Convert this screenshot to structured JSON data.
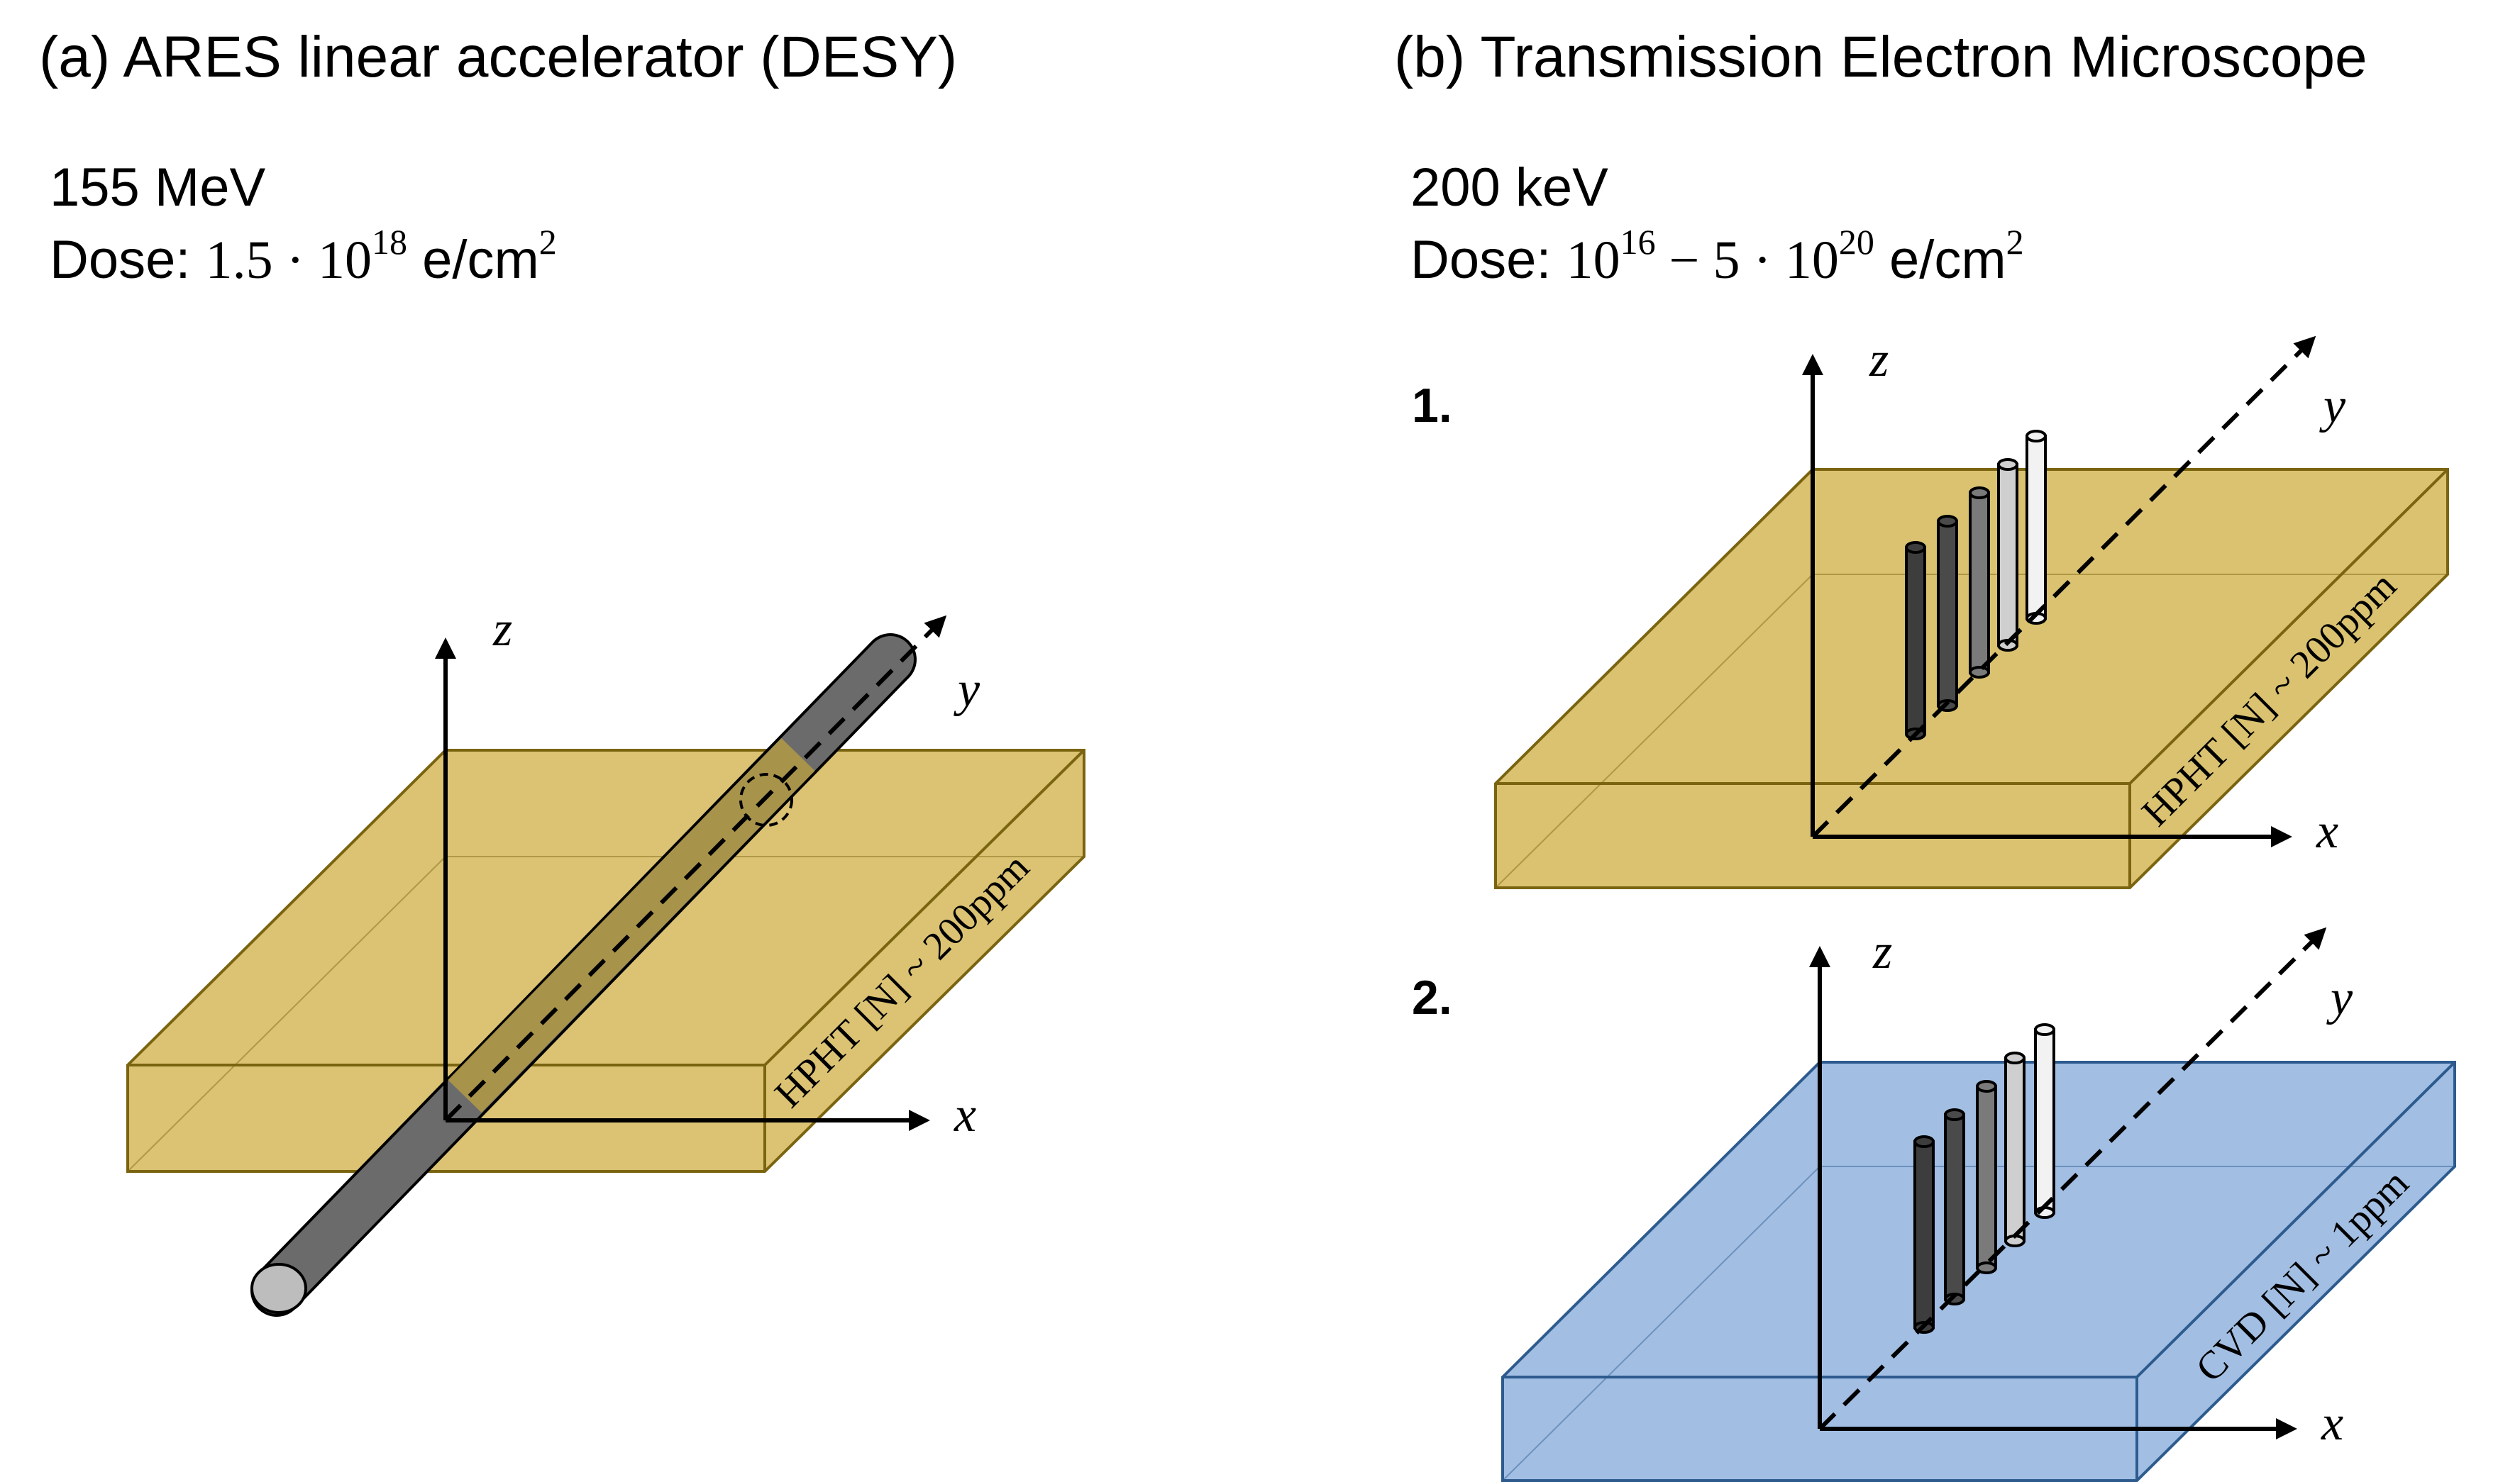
{
  "panel_a": {
    "title": "(a) ARES linear accelerator (DESY)",
    "energy": "155 MeV",
    "dose_prefix": "Dose: ",
    "dose_mantissa": "1.5 · 10",
    "dose_exponent": "18",
    "dose_unit": " e/cm",
    "dose_unit_exponent": "2",
    "sample_label": "HPHT [N] ~ 200ppm",
    "axis_z": "z",
    "axis_y": "y",
    "axis_x": "x"
  },
  "panel_b": {
    "title": "(b) Transmission Electron Microscope",
    "energy": "200 keV",
    "dose_prefix": "Dose: ",
    "dose_base1": "10",
    "dose_exp1": "16",
    "dose_mid": " − 5 · 10",
    "dose_exp2": "20",
    "dose_unit": " e/cm",
    "dose_unit_exponent": "2",
    "sub1": {
      "number": "1.",
      "sample_label": "HPHT [N] ~ 200ppm",
      "axis_z": "z",
      "axis_y": "y",
      "axis_x": "x"
    },
    "sub2": {
      "number": "2.",
      "sample_label": "CVD [N] ~ 1ppm",
      "axis_z": "z",
      "axis_y": "y",
      "axis_x": "x"
    }
  },
  "colors": {
    "hpht_fill": "#d6bb60",
    "hpht_stroke": "#7a6410",
    "cvd_fill": "#9dbae2",
    "cvd_stroke": "#2d5b8e",
    "beam": "#6b6b6b",
    "axis": "#000000"
  },
  "rod_shades": [
    "#3d3d3d",
    "#4a4a4a",
    "#7a7a7a",
    "#cfcfcf",
    "#f2f2f2"
  ]
}
